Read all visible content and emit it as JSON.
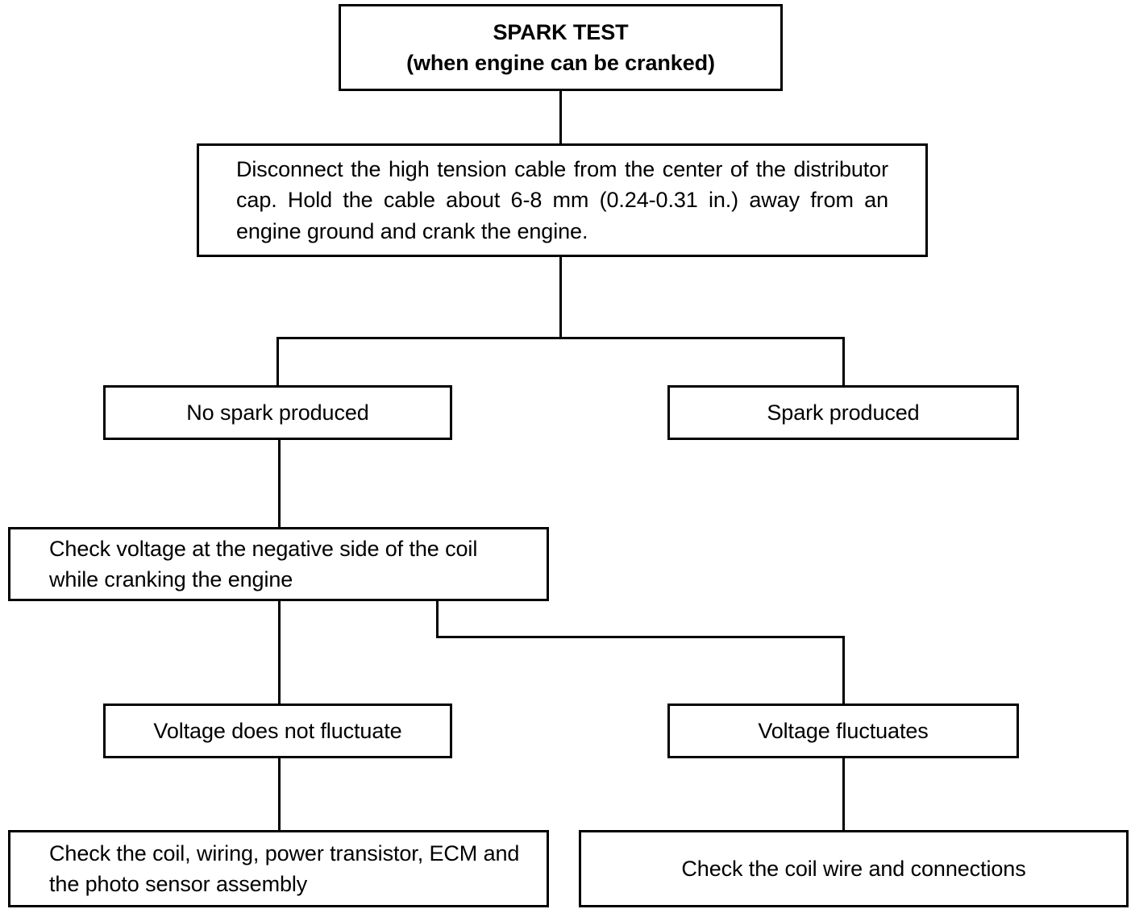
{
  "diagram": {
    "title": "SPARK TEST",
    "nodes": {
      "start": {
        "line1": "SPARK TEST",
        "line2": "(when engine can be cranked)"
      },
      "instruction": {
        "text": "Disconnect the high tension cable from the center of the distributor cap. Hold the cable about 6-8 mm (0.24-0.31 in.) away from an engine ground and crank the engine."
      },
      "no_spark": {
        "text": "No spark produced"
      },
      "spark": {
        "text": "Spark produced"
      },
      "check_voltage": {
        "text": "Check voltage at the negative side of the coil while cranking the engine"
      },
      "voltage_steady": {
        "text": "Voltage does not fluctuate"
      },
      "voltage_fluctuates": {
        "text": "Voltage fluctuates"
      },
      "result_left": {
        "text": "Check the coil, wiring, power transistor, ECM and the photo sensor assembly"
      },
      "result_right": {
        "text": "Check the coil wire and connections"
      }
    },
    "colors": {
      "line": "#000000",
      "background": "#ffffff",
      "text": "#000000"
    }
  }
}
